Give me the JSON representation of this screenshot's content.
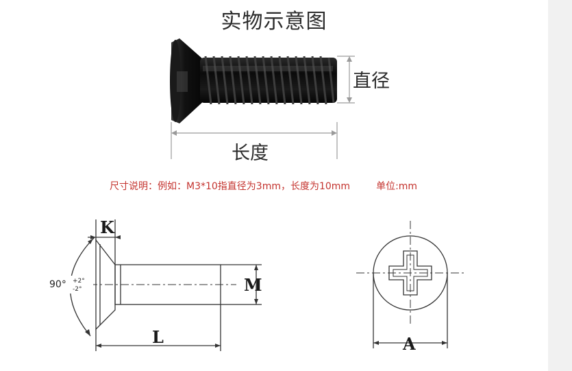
{
  "title": "实物示意图",
  "photo_labels": {
    "diameter": "直径",
    "length": "长度"
  },
  "size_note": {
    "text": "尺寸说明：例如：M3*10指直径为3mm，长度为10mm",
    "unit": "单位:mm"
  },
  "drawing_labels": {
    "k": "K",
    "m": "M",
    "l": "L",
    "a": "A",
    "angle_base": "90°",
    "angle_plus": "+2°",
    "angle_minus": "-2°"
  },
  "colors": {
    "note_red": "#c4332e",
    "screw_black": "#141414",
    "line": "#333333"
  }
}
